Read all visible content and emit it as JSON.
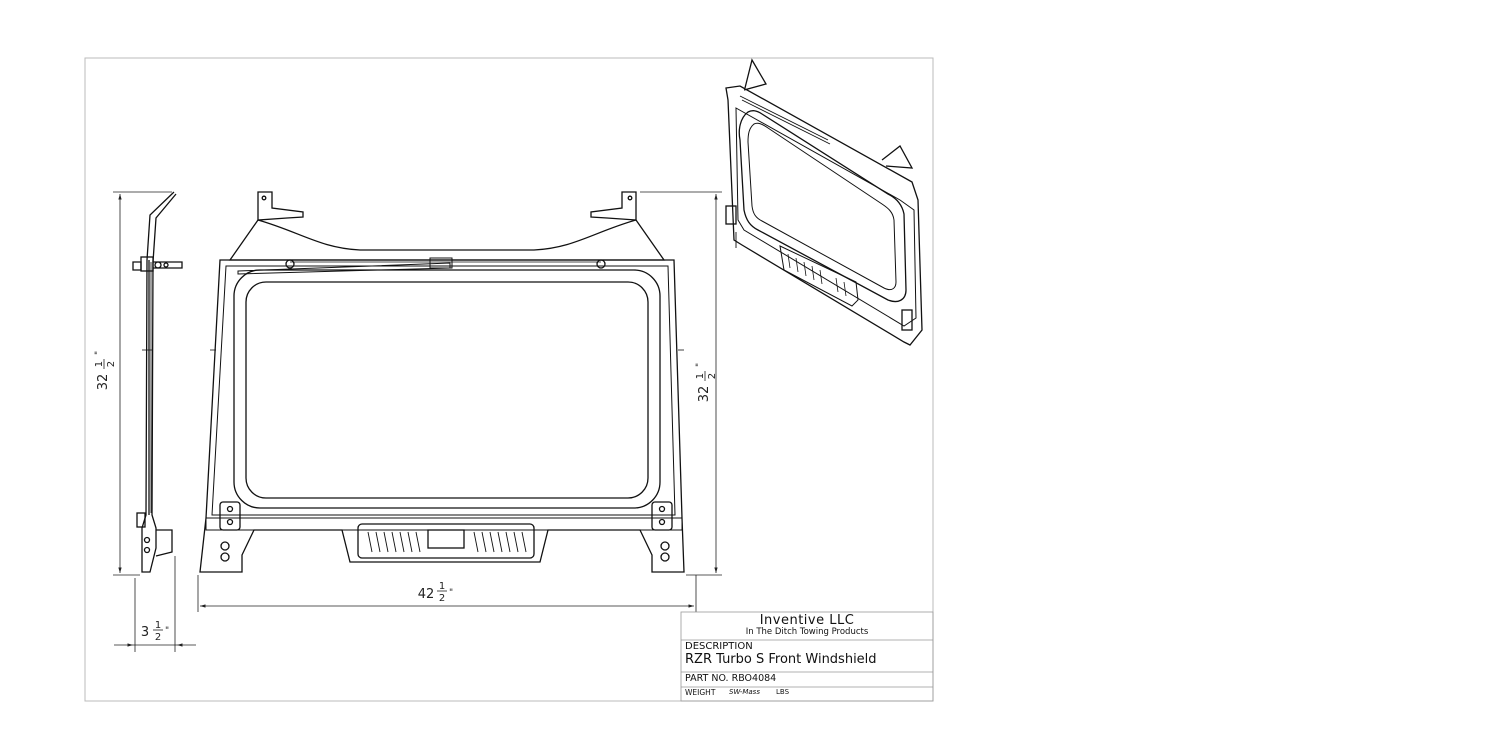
{
  "dimensions": {
    "height_left": {
      "whole": "32",
      "num": "1",
      "den": "2",
      "unit": "\""
    },
    "height_right": {
      "whole": "32",
      "num": "1",
      "den": "2",
      "unit": "\""
    },
    "width": {
      "whole": "42",
      "num": "1",
      "den": "2",
      "unit": "\""
    },
    "depth": {
      "whole": "3",
      "num": "1",
      "den": "2",
      "unit": "\""
    }
  },
  "title_block": {
    "company": "Inventive LLC",
    "subtitle": "In The Ditch Towing Products",
    "description_label": "DESCRIPTION",
    "description": "RZR Turbo S Front Windshield",
    "part_no": "PART NO. RBO4084",
    "weight_label": "WEIGHT",
    "weight_value": "SW-Mass",
    "weight_unit": "LBS"
  }
}
